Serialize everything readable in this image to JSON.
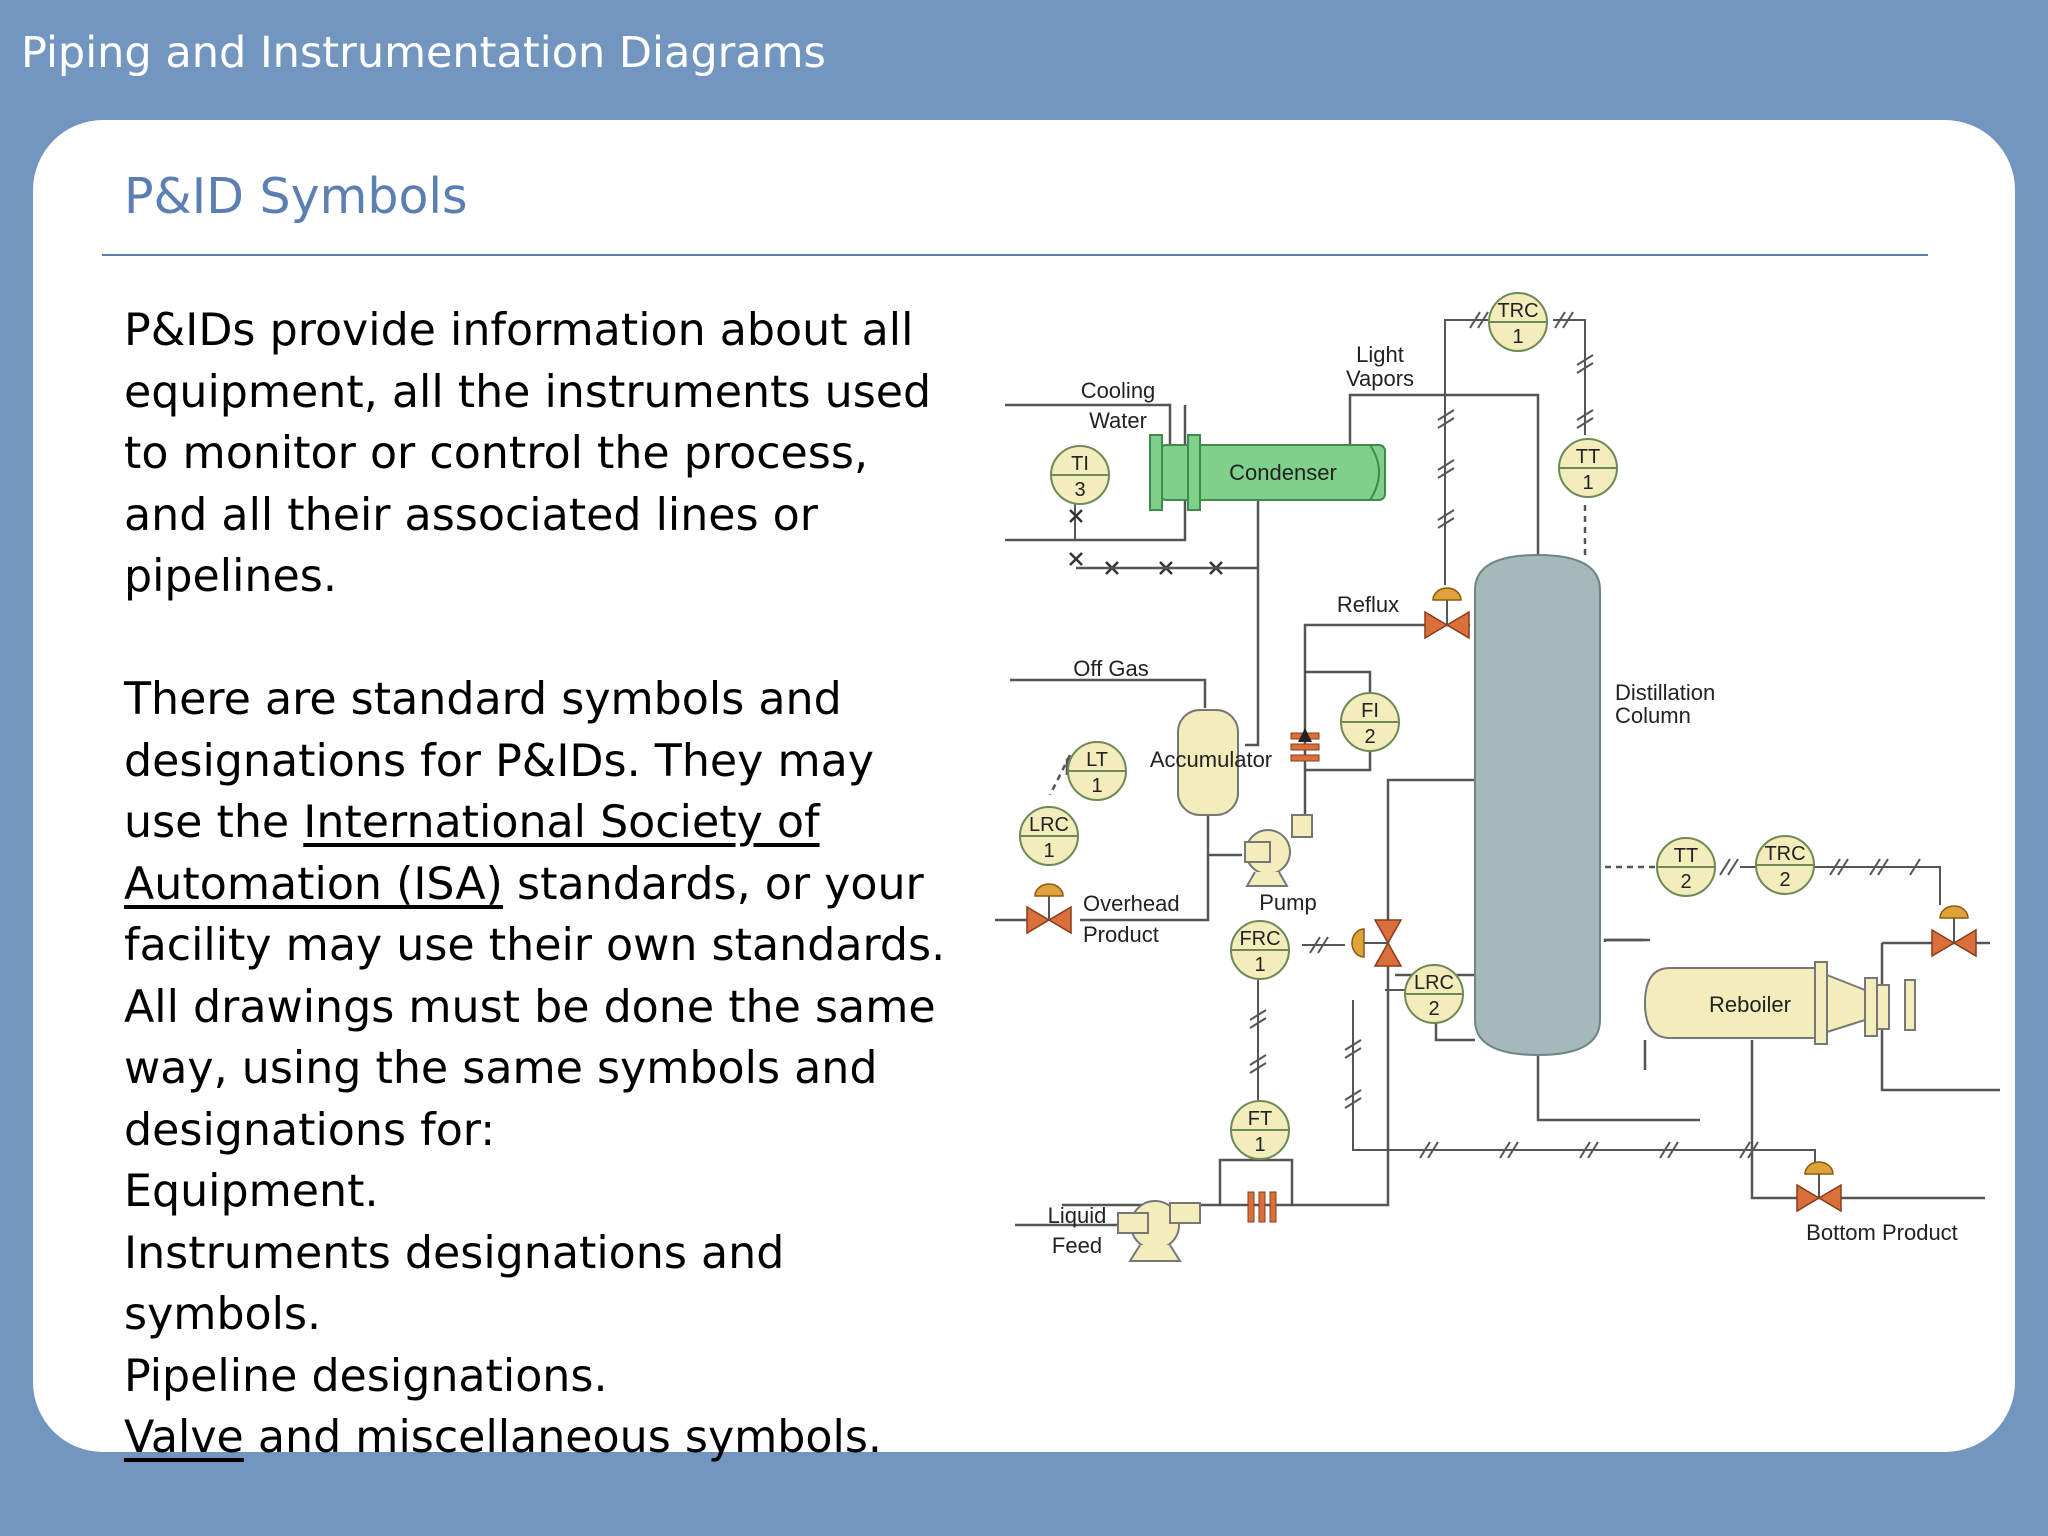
{
  "header": {
    "title": "Piping and Instrumentation Diagrams"
  },
  "slide": {
    "title": "P&ID Symbols"
  },
  "body": {
    "para1": "P&IDs provide information about all equipment, all the instruments used to monitor or control the process, and all their associated lines or pipelines.",
    "para2_start": "There are standard symbols and designations for P&IDs.  They may use the ",
    "isa_link": "International Society of Automation (ISA)",
    "para2_end": " standards, or your facility may use their own standards.  All drawings must be done the same way, using the same symbols and designations for:",
    "items": [
      "Equipment.",
      "Instruments designations and symbols.",
      "Pipeline designations."
    ],
    "valve_link": "Valve",
    "last_item_rest": " and miscellaneous symbols."
  },
  "diagram": {
    "equipment": {
      "condenser": "Condenser",
      "accumulator": "Accumulator",
      "pump": "Pump",
      "distillation_column": [
        "Distillation",
        "Column"
      ],
      "reboiler": "Reboiler"
    },
    "streams": {
      "cooling_water": [
        "Cooling",
        "Water"
      ],
      "light_vapors": [
        "Light",
        "Vapors"
      ],
      "reflux": "Reflux",
      "off_gas": "Off Gas",
      "overhead_product": [
        "Overhead",
        "Product"
      ],
      "liquid_feed": [
        "Liquid",
        "Feed"
      ],
      "bottom_product": "Bottom Product"
    },
    "instruments": {
      "ti3": [
        "TI",
        "3"
      ],
      "trc1": [
        "TRC",
        "1"
      ],
      "tt1": [
        "TT",
        "1"
      ],
      "fi2": [
        "FI",
        "2"
      ],
      "lt1": [
        "LT",
        "1"
      ],
      "lrc1": [
        "LRC",
        "1"
      ],
      "frc1": [
        "FRC",
        "1"
      ],
      "lrc2": [
        "LRC",
        "2"
      ],
      "tt2": [
        "TT",
        "2"
      ],
      "trc2": [
        "TRC",
        "2"
      ],
      "ft1": [
        "FT",
        "1"
      ]
    }
  },
  "colors": {
    "frame": "#7396c1",
    "accent": "#5b7fb3",
    "condenser": "#7fd08a",
    "column": "#a4b9b9",
    "vessel": "#f3ecbb",
    "valve": "#d9703c"
  }
}
